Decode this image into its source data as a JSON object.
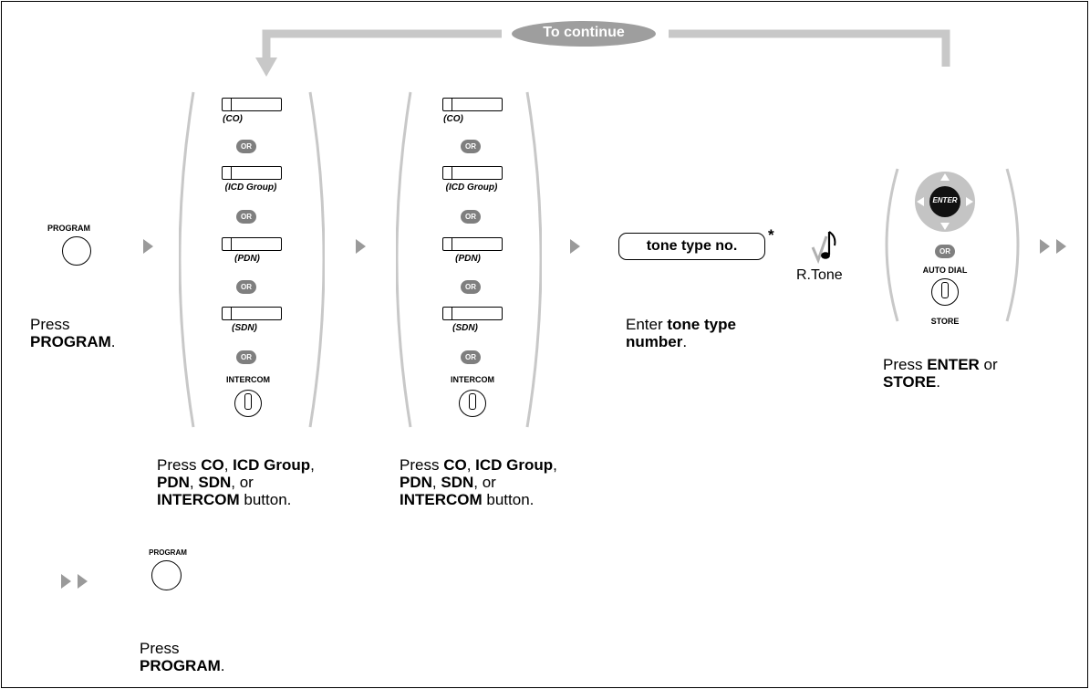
{
  "continue_label": "To continue",
  "program_label": "PROGRAM",
  "step1": {
    "caption_prefix": "Press",
    "caption_bold": "PROGRAM",
    "caption_suffix": "."
  },
  "buttons": {
    "co": "(CO)",
    "icd": "(ICD Group)",
    "pdn": "(PDN)",
    "sdn": "(SDN)",
    "intercom": "INTERCOM",
    "or": "OR"
  },
  "step2": {
    "caption_line1_a": "Press ",
    "caption_co": "CO",
    "caption_sep1": ", ",
    "caption_icd": "ICD Group",
    "caption_sep2": ",",
    "caption_pdn": "PDN",
    "caption_sep3": ", ",
    "caption_sdn": "SDN",
    "caption_sep4": ", or",
    "caption_intercom": "INTERCOM",
    "caption_end": " button."
  },
  "step4": {
    "pill": "tone type no.",
    "asterisk": "*",
    "caption_a": "Enter ",
    "caption_b": "tone type",
    "caption_c": "number",
    "caption_d": "."
  },
  "tone": {
    "label": "R.Tone"
  },
  "step5": {
    "enter": "ENTER",
    "auto_dial": "AUTO DIAL",
    "store": "STORE",
    "or": "OR",
    "caption_a": "Press ",
    "caption_b": "ENTER",
    "caption_c": " or",
    "caption_d": "STORE",
    "caption_e": "."
  },
  "step6": {
    "caption_prefix": "Press",
    "caption_bold": "PROGRAM",
    "caption_suffix": "."
  }
}
